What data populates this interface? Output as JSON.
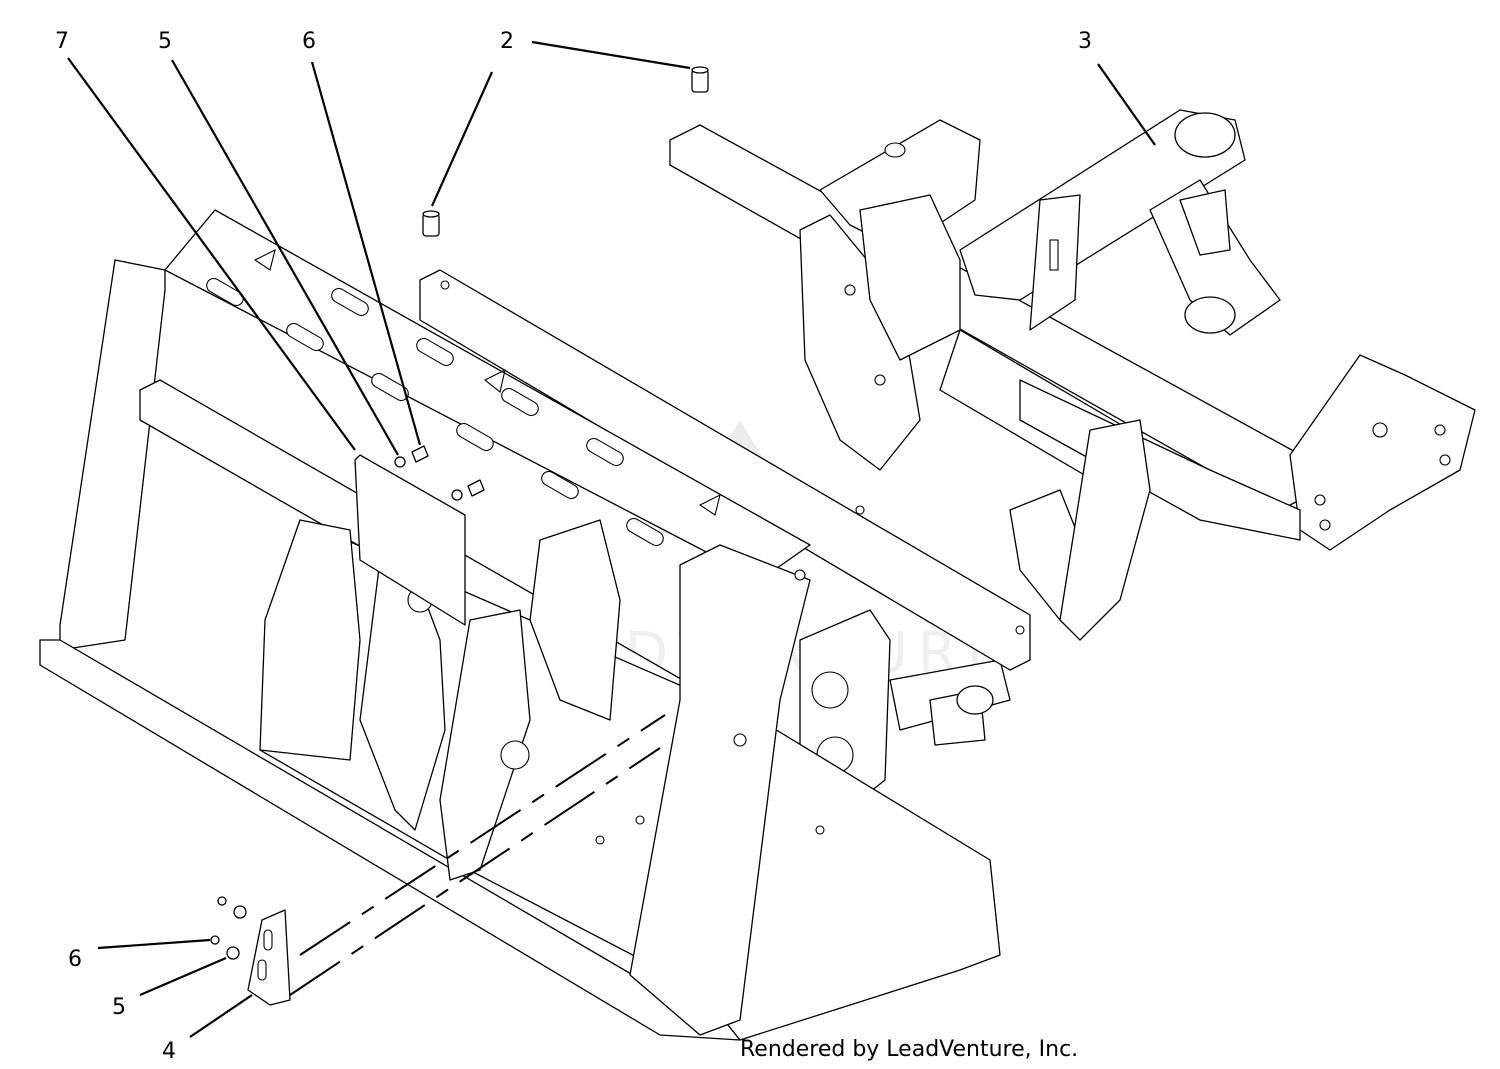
{
  "diagram": {
    "callouts": [
      {
        "id": "7",
        "label": "7"
      },
      {
        "id": "5-top",
        "label": "5"
      },
      {
        "id": "6-top",
        "label": "6"
      },
      {
        "id": "2",
        "label": "2"
      },
      {
        "id": "3",
        "label": "3"
      },
      {
        "id": "6-bottom",
        "label": "6"
      },
      {
        "id": "5-bottom",
        "label": "5"
      },
      {
        "id": "4",
        "label": "4"
      }
    ],
    "credit": "Rendered by LeadVenture, Inc.",
    "watermark": "LEADVENTURE",
    "colors": {
      "line": "#000000",
      "background": "#ffffff"
    }
  }
}
